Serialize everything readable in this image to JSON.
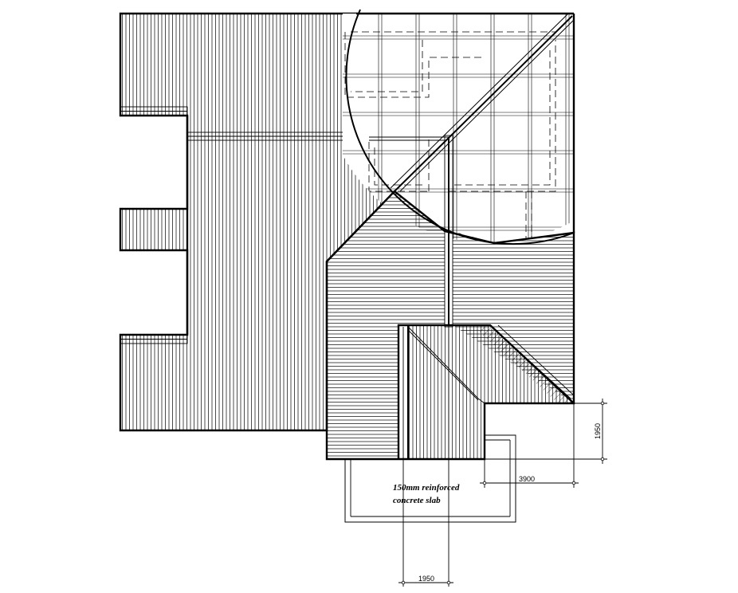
{
  "drawing": {
    "type": "roof-plan",
    "line_color": "#000000",
    "background": "#ffffff"
  },
  "annotations": {
    "slab_note_line1": "150mm reinforced",
    "slab_note_line2": "concrete slab"
  },
  "dimensions": {
    "right_vertical": "1950",
    "horizontal_upper": "3900",
    "horizontal_lower": "1950"
  }
}
